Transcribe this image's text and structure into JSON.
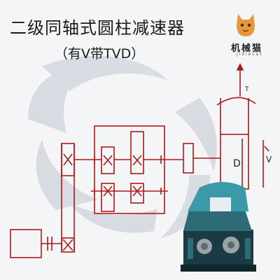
{
  "title": "二级同轴式圆柱减速器",
  "subtitle": "（有V带TVD）",
  "logo": {
    "text": "机械猫",
    "sub": "jixiecat"
  },
  "labels": {
    "torque": "T",
    "diameter": "D",
    "velocity": "V"
  },
  "colors": {
    "line": "#b01818",
    "housing": "#1f4f58",
    "accent": "#3a9aa8",
    "swirl": "#c9ccd6"
  }
}
